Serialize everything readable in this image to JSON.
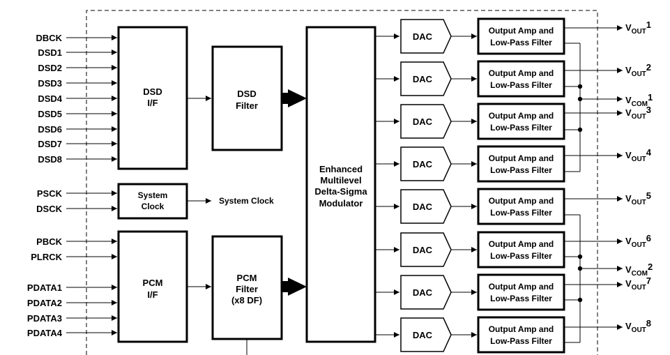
{
  "dsd_inputs": [
    "DBCK",
    "DSD1",
    "DSD2",
    "DSD3",
    "DSD4",
    "DSD5",
    "DSD6",
    "DSD7",
    "DSD8"
  ],
  "clock_inputs": [
    "PSCK",
    "DSCK"
  ],
  "pcm_inputs": [
    "PBCK",
    "PLRCK",
    "PDATA1",
    "PDATA2",
    "PDATA3",
    "PDATA4"
  ],
  "blocks": {
    "dsd_if": [
      "DSD",
      "I/F"
    ],
    "dsd_filter": [
      "DSD",
      "Filter"
    ],
    "system_clock": [
      "System",
      "Clock"
    ],
    "system_clock_out": "System Clock",
    "pcm_if": [
      "PCM",
      "I/F"
    ],
    "pcm_filter": [
      "PCM",
      "Filter",
      "(x8 DF)"
    ],
    "modulator": [
      "Enhanced",
      "Multilevel",
      "Delta-Sigma",
      "Modulator"
    ]
  },
  "dac_label": "DAC",
  "amp_label": [
    "Output Amp and",
    "Low-Pass Filter"
  ],
  "outputs": [
    {
      "main": "V",
      "sub": "OUT",
      "num": "1"
    },
    {
      "main": "V",
      "sub": "OUT",
      "num": "2"
    },
    {
      "main": "V",
      "sub": "OUT",
      "num": "3"
    },
    {
      "main": "V",
      "sub": "OUT",
      "num": "4"
    },
    {
      "main": "V",
      "sub": "OUT",
      "num": "5"
    },
    {
      "main": "V",
      "sub": "OUT",
      "num": "6"
    },
    {
      "main": "V",
      "sub": "OUT",
      "num": "7"
    },
    {
      "main": "V",
      "sub": "OUT",
      "num": "8"
    }
  ],
  "com_outputs": [
    {
      "main": "V",
      "sub": "COM",
      "num": "1"
    },
    {
      "main": "V",
      "sub": "COM",
      "num": "2"
    }
  ]
}
